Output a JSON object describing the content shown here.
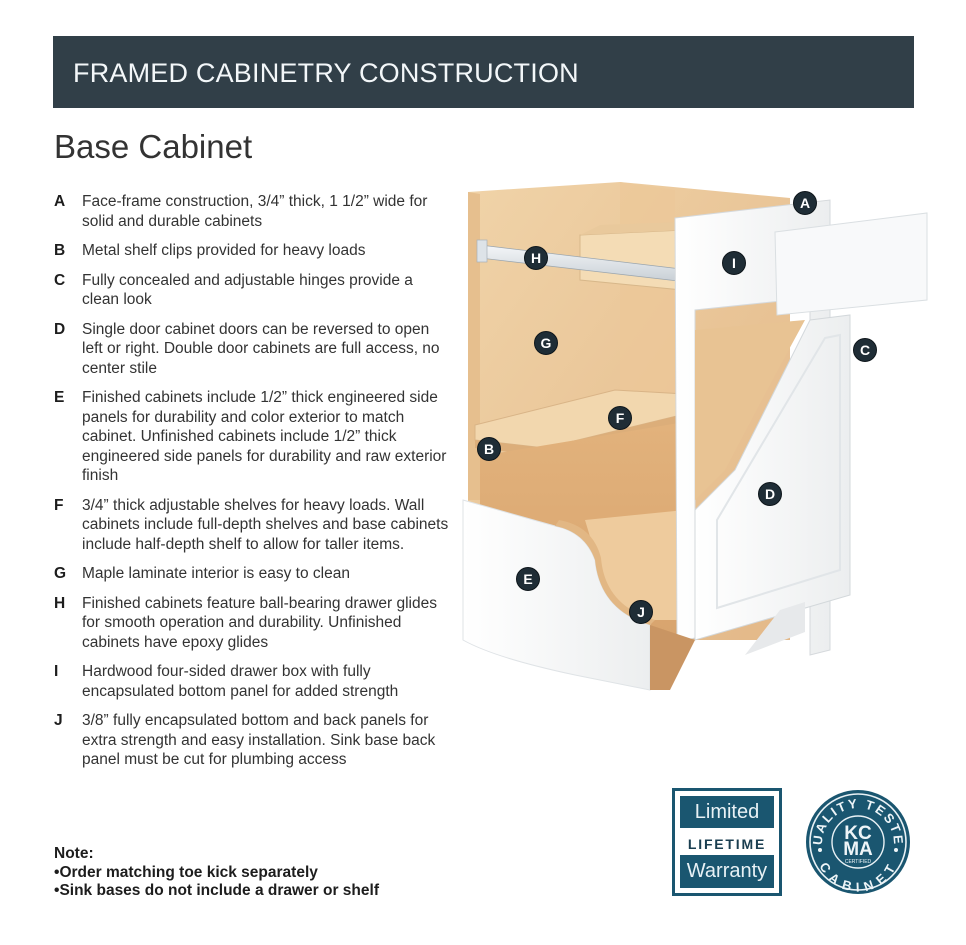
{
  "header": {
    "title": "FRAMED CABINETRY CONSTRUCTION"
  },
  "page": {
    "title": "Base Cabinet"
  },
  "features": [
    {
      "letter": "A",
      "text": "Face-frame construction, 3/4” thick, 1 1/2” wide for solid and durable cabinets"
    },
    {
      "letter": "B",
      "text": "Metal shelf clips provided for heavy loads"
    },
    {
      "letter": "C",
      "text": "Fully concealed and adjustable hinges provide a clean look"
    },
    {
      "letter": "D",
      "text": "Single door cabinet doors can be reversed to open left or right. Double door cabinets are full access, no center stile"
    },
    {
      "letter": "E",
      "text": "Finished cabinets include 1/2” thick engineered side panels for durability and color exterior to match cabinet. Unfinished cabinets include 1/2” thick engineered side panels for durability and raw exterior finish"
    },
    {
      "letter": "F",
      "text": "3/4” thick adjustable shelves for heavy loads. Wall cabinets include full-depth shelves and base cabinets include half-depth shelf to allow for taller items."
    },
    {
      "letter": "G",
      "text": "Maple laminate interior is easy to clean"
    },
    {
      "letter": "H",
      "text": "Finished cabinets feature ball-bearing drawer glides for smooth operation and durability. Unfinished cabinets have epoxy glides"
    },
    {
      "letter": "I",
      "text": "Hardwood four-sided drawer box with fully encapsulated bottom panel for added strength"
    },
    {
      "letter": "J",
      "text": "3/8” fully encapsulated bottom and back panels for extra strength and easy installation. Sink base back panel must be cut for plumbing access"
    }
  ],
  "note": {
    "label": "Note:",
    "items": [
      "Order matching toe kick separately",
      "Sink bases do not include a drawer or shelf"
    ]
  },
  "illustration": {
    "callouts": [
      "A",
      "B",
      "C",
      "D",
      "E",
      "F",
      "G",
      "H",
      "I",
      "J"
    ]
  },
  "badges": {
    "warranty": {
      "top": "Limited",
      "middle": "LIFETIME",
      "bottom": "Warranty"
    },
    "kcma": {
      "ring_top": "QUALITY TESTED",
      "ring_bottom": "CABINET",
      "line1": "KC",
      "line2": "MA",
      "sub": "CERTIFIED",
      "tm": "™"
    }
  },
  "colors": {
    "header_bg": "#313f48",
    "callout_bg": "#1f2d36",
    "badge_blue": "#1a5670",
    "maple": "#eac79a"
  }
}
